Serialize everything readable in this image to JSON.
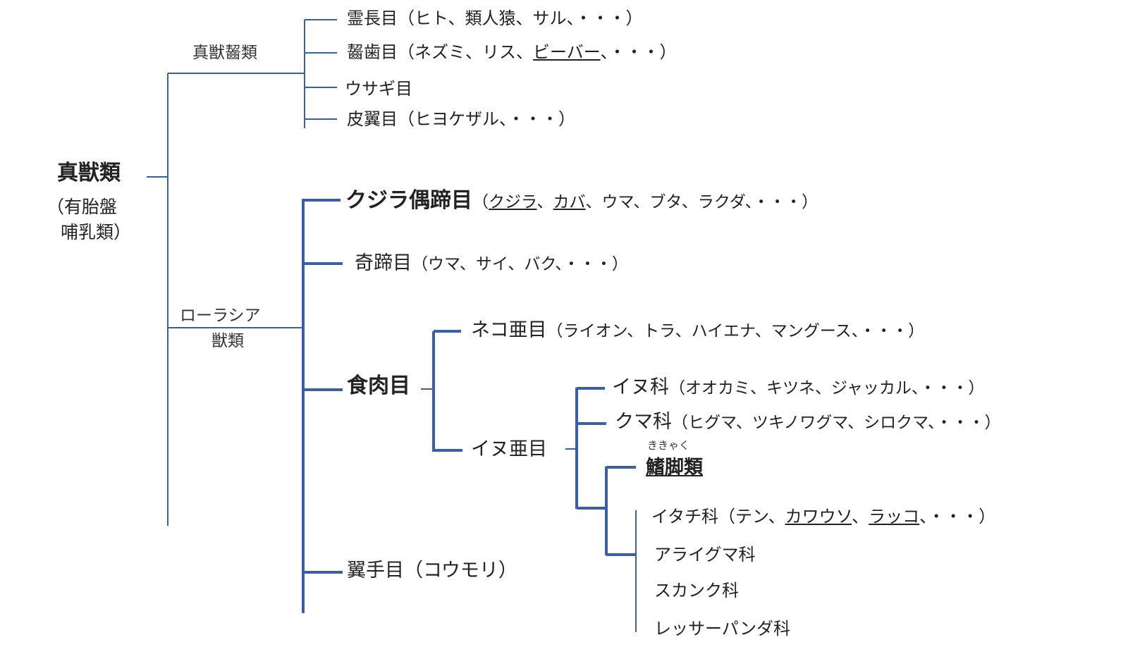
{
  "root": {
    "title": "真獣類",
    "subtitle_line1": "（有胎盤",
    "subtitle_line2": "哺乳類）"
  },
  "groups": {
    "euarchontoglires": "真獣齧類",
    "laurasiatheria_line1": "ローラシア",
    "laurasiatheria_line2": "獣類"
  },
  "euarchonto_orders": [
    {
      "name": "霊長目",
      "examples": [
        {
          "t": "（ヒト、類人猿、サル、・・・）",
          "u": false
        }
      ]
    },
    {
      "name": "齧歯目",
      "examples": [
        {
          "t": "（ネズミ、リス、",
          "u": false
        },
        {
          "t": "ビーバー",
          "u": true
        },
        {
          "t": "、・・・）",
          "u": false
        }
      ]
    },
    {
      "name": "ウサギ目",
      "examples": []
    },
    {
      "name": "皮翼目",
      "examples": [
        {
          "t": "（ヒヨケザル、・・・）",
          "u": false
        }
      ]
    }
  ],
  "laurasia_orders": {
    "cetartiodactyla": {
      "name": "クジラ偶蹄目",
      "examples": [
        {
          "t": "（",
          "u": false
        },
        {
          "t": "クジラ",
          "u": true
        },
        {
          "t": "、",
          "u": false
        },
        {
          "t": "カバ",
          "u": true
        },
        {
          "t": "、ウマ、ブタ、ラクダ、・・・）",
          "u": false
        }
      ]
    },
    "perissodactyla": {
      "name": "奇蹄目",
      "examples": [
        {
          "t": "（ウマ、サイ、バク、・・・）",
          "u": false
        }
      ]
    },
    "carnivora": {
      "name": "食肉目"
    },
    "chiroptera": {
      "name": "翼手目",
      "examples": [
        {
          "t": "（コウモリ）",
          "u": false
        }
      ]
    }
  },
  "carnivora_suborders": {
    "feliformia": {
      "name": "ネコ亜目",
      "examples": [
        {
          "t": "（ライオン、トラ、ハイエナ、マングース、・・・）",
          "u": false
        }
      ]
    },
    "caniformia": {
      "name": "イヌ亜目"
    }
  },
  "caniformia_families": {
    "canidae": {
      "name": "イヌ科",
      "examples": [
        {
          "t": "（オオカミ、キツネ、ジャッカル、・・・）",
          "u": false
        }
      ]
    },
    "ursidae": {
      "name": "クマ科",
      "examples": [
        {
          "t": "（ヒグマ、ツキノワグマ、シロクマ、・・・）",
          "u": false
        }
      ]
    },
    "pinnipedia": {
      "name": "鰭脚類",
      "ruby": "ききゃく"
    }
  },
  "musteloidea": [
    {
      "name": "イタチ科",
      "examples": [
        {
          "t": "（テン、",
          "u": false
        },
        {
          "t": "カワウソ",
          "u": true
        },
        {
          "t": "、",
          "u": false
        },
        {
          "t": "ラッコ",
          "u": true
        },
        {
          "t": "、・・・）",
          "u": false
        }
      ]
    },
    {
      "name": "アライグマ科",
      "examples": []
    },
    {
      "name": "スカンク科",
      "examples": []
    },
    {
      "name": "レッサーパンダ科",
      "examples": []
    }
  ],
  "colors": {
    "line": "#3a5fa8",
    "text": "#222222"
  }
}
